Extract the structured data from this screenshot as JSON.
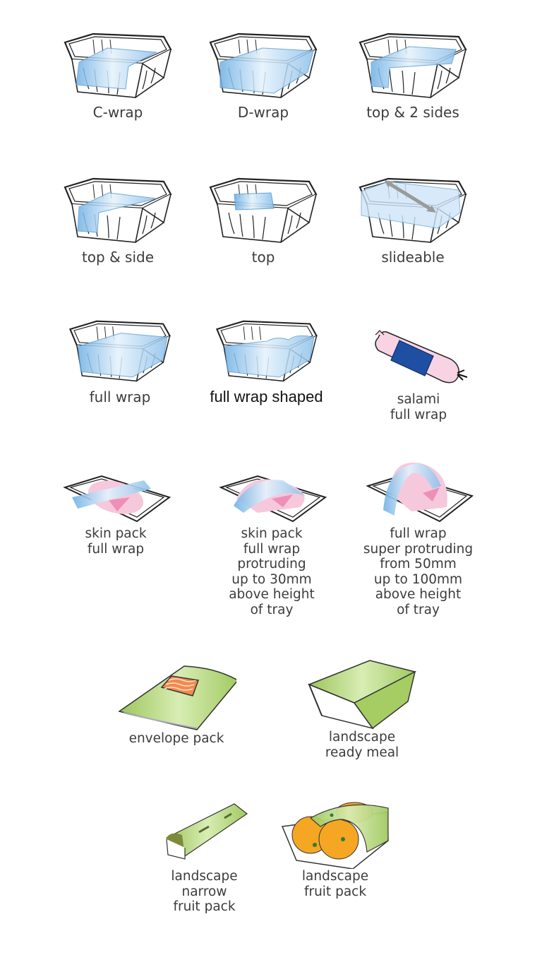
{
  "colors": {
    "wrap_blue": "#7fb8e6",
    "wrap_blue_light": "#d6ebfa",
    "salami_band": "#1f4fa3",
    "salami_pink": "#f7d3e3",
    "meat_pink": "#f6c8dc",
    "meat_dark": "#ee8fb8",
    "sleeve_green": "#a9cf6a",
    "sleeve_green_light": "#d5ebb0",
    "fruit_orange": "#f5a623",
    "salmon": "#f28a4c",
    "outline": "#222222"
  },
  "items": [
    {
      "id": "c-wrap",
      "label": "C-wrap",
      "icon": "tray-band-icon"
    },
    {
      "id": "d-wrap",
      "label": "D-wrap",
      "icon": "tray-band-icon"
    },
    {
      "id": "top-2-sides",
      "label": "top & 2 sides",
      "icon": "tray-band-icon"
    },
    {
      "id": "top-side",
      "label": "top & side",
      "icon": "tray-band-icon"
    },
    {
      "id": "top",
      "label": "top",
      "icon": "tray-top-label-icon"
    },
    {
      "id": "slideable",
      "label": "slideable",
      "icon": "tray-slide-sleeve-icon"
    },
    {
      "id": "full-wrap",
      "label": "full wrap",
      "icon": "tray-band-icon"
    },
    {
      "id": "full-wrap-shaped",
      "label": "full wrap shaped",
      "icon": "tray-shaped-band-icon"
    },
    {
      "id": "salami-full-wrap",
      "label": "salami\nfull wrap",
      "icon": "salami-icon"
    },
    {
      "id": "skin-pack-full-wrap",
      "label": "skin pack\nfull wrap",
      "icon": "skin-pack-icon"
    },
    {
      "id": "skin-pack-protruding",
      "label": "skin pack\nfull wrap\nprotruding\nup to 30mm\nabove height\nof tray",
      "icon": "skin-pack-icon"
    },
    {
      "id": "full-wrap-super-protruding",
      "label": "full wrap\nsuper protruding\nfrom 50mm\nup to 100mm\nabove height\nof tray",
      "icon": "skin-pack-icon"
    },
    {
      "id": "envelope-pack",
      "label": "envelope pack",
      "icon": "envelope-pack-icon"
    },
    {
      "id": "landscape-ready-meal",
      "label": "landscape\nready meal",
      "icon": "ready-meal-sleeve-icon"
    },
    {
      "id": "landscape-narrow-fruit-pack",
      "label": "landscape\nnarrow\nfruit pack",
      "icon": "narrow-fruit-sleeve-icon"
    },
    {
      "id": "landscape-fruit-pack",
      "label": "landscape\nfruit pack",
      "icon": "fruit-pack-icon"
    }
  ]
}
